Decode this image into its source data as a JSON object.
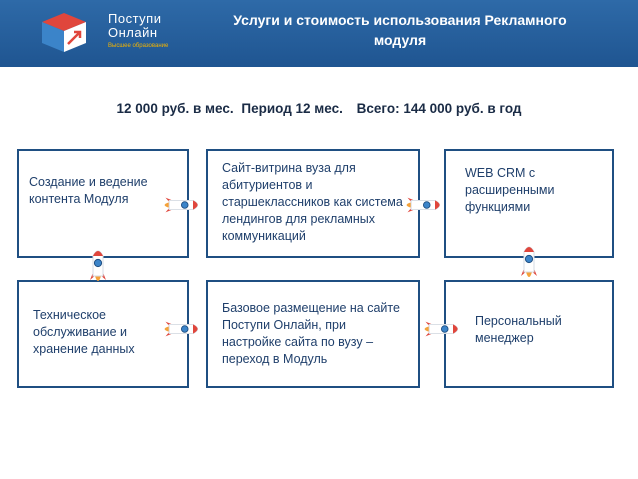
{
  "header": {
    "logo": {
      "line1": "Поступи",
      "line2": "Онлайн",
      "line3": "Высшее образование"
    },
    "title_line1": "Услуги и стоимость использования Рекламного",
    "title_line2": "модуля"
  },
  "price": {
    "monthly": "12 000 руб. в мес.",
    "period": "Период 12 мес.",
    "total": "Всего: 144 000 руб. в год"
  },
  "boxes": [
    {
      "text": "Создание и ведение контента Модуля"
    },
    {
      "text": "Сайт-витрина вуза для абитуриентов и старшеклассников как система лендингов для рекламных коммуникаций"
    },
    {
      "text": "WEB CRM с расширенными функциями"
    },
    {
      "text": "Техническое обслуживание и хранение данных"
    },
    {
      "text": "Базовое размещение на сайте Поступи Онлайн, при настройке сайта по вузу – переход в Модуль"
    },
    {
      "text": "Персональный менеджер"
    }
  ],
  "colors": {
    "header": "#2466a5",
    "box_border": "#1f4f82",
    "text": "#1f3f6b",
    "rocket_red": "#e0463c"
  },
  "icons": [
    "logo-icon",
    "rocket-icon"
  ]
}
